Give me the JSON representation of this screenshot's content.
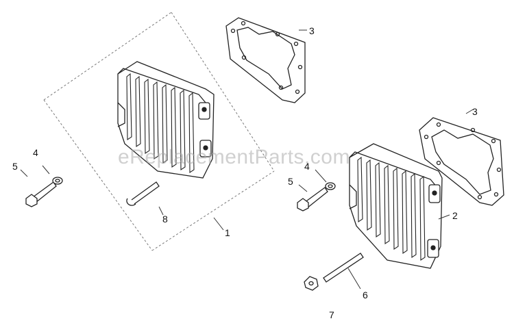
{
  "diagram": {
    "watermark": "eReplacementParts.com",
    "callouts": {
      "c1": "1",
      "c2": "2",
      "c3a": "3",
      "c3b": "3",
      "c4a": "4",
      "c4b": "4",
      "c5a": "5",
      "c5b": "5",
      "c6": "6",
      "c7": "7",
      "c8": "8"
    }
  }
}
